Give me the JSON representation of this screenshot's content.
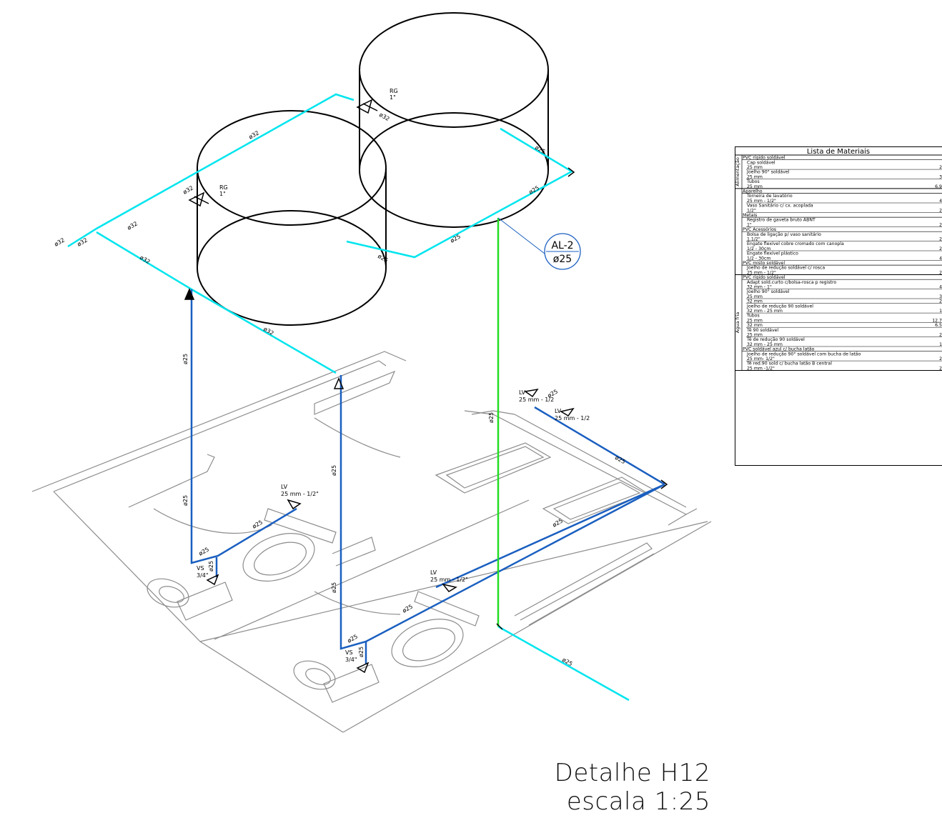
{
  "title": {
    "line1": "Detalhe H12",
    "line2": "escala 1:25"
  },
  "callout": {
    "code": "AL-2",
    "diameter": "ø25"
  },
  "colors": {
    "cold_supply": "#00e5ee",
    "branch": "#1a5fc0",
    "riser": "#22dd22",
    "floor": "#8c8c8c",
    "ink": "#000000"
  },
  "labels": {
    "d32": "ø32",
    "d25": "ø25",
    "rg": "RG",
    "rg_size": "1\"",
    "lv": "LV",
    "lv_size": "25 mm - 1/2\"",
    "lv_size_b": "25 mm - 1/2",
    "vs": "VS",
    "vs_size": "3/4\""
  },
  "materials": {
    "title": "Lista de Materiais",
    "groups": [
      {
        "side": "Alimentação",
        "rows": [
          {
            "t": "PVC rígido soldável",
            "h": true
          },
          {
            "t": "Cap soldável",
            "i": 1
          },
          {
            "t": "25 mm",
            "i": 1,
            "q": "2"
          },
          {
            "t": "Joelho 90° soldável",
            "i": 1
          },
          {
            "t": "25 mm",
            "i": 1,
            "q": "3"
          },
          {
            "t": "Tubos",
            "i": 1
          },
          {
            "t": "25 mm",
            "i": 1,
            "q": "6.9"
          }
        ]
      },
      {
        "side": "",
        "rows": [
          {
            "t": "Aparelho",
            "h": true
          },
          {
            "t": "Torneira de lavatório",
            "i": 1
          },
          {
            "t": "25 mm - 1/2\"",
            "i": 1,
            "q": "4"
          },
          {
            "t": "Vaso Sanitário c/ cx. acoplada",
            "i": 1
          },
          {
            "t": "1/2\"",
            "i": 1,
            "q": "2"
          },
          {
            "t": "Metais",
            "h": true
          },
          {
            "t": "Registro de gaveta bruto ABNT",
            "i": 1
          },
          {
            "t": "1\"",
            "i": 1,
            "q": "2"
          },
          {
            "t": "PVC Acessórios",
            "h": true
          },
          {
            "t": "Bolsa de ligação p/ vaso sanitário",
            "i": 1
          },
          {
            "t": "1.1/2\"",
            "i": 1,
            "q": "2"
          },
          {
            "t": "Engate flexível cobre cromado com canopla",
            "i": 1
          },
          {
            "t": "1/2 - 30cm",
            "i": 1,
            "q": "2"
          },
          {
            "t": "Engate flexível plástico",
            "i": 1
          },
          {
            "t": "1/2 - 30cm",
            "i": 1,
            "q": "4"
          },
          {
            "t": "PVC misto soldável",
            "h": true
          },
          {
            "t": "Joelho de redução soldável c/ rosca",
            "i": 1
          },
          {
            "t": "25 mm - 1/2\"",
            "i": 1,
            "q": "2"
          }
        ]
      },
      {
        "side": "Água fria",
        "rows": [
          {
            "t": "PVC rígido soldável",
            "h": true
          },
          {
            "t": "Adapt sold.curto c/bolsa-rosca p registro",
            "i": 1
          },
          {
            "t": "32 mm - 1\"",
            "i": 1,
            "q": "4"
          },
          {
            "t": "Joelho 90° soldável",
            "i": 1
          },
          {
            "t": "25 mm",
            "i": 1,
            "q": "3"
          },
          {
            "t": "32 mm",
            "i": 1,
            "q": "2"
          },
          {
            "t": "Joelho de redução 90 soldável",
            "i": 1
          },
          {
            "t": "32 mm - 25 mm",
            "i": 1,
            "q": "1"
          },
          {
            "t": "Tubos",
            "i": 1
          },
          {
            "t": "25 mm",
            "i": 1,
            "q": "12.7"
          },
          {
            "t": "32 mm",
            "i": 1,
            "q": "6.5"
          },
          {
            "t": "Tê 90 soldável",
            "i": 1
          },
          {
            "t": "25 mm",
            "i": 1,
            "q": "2"
          },
          {
            "t": "Tê de redução 90 soldável",
            "i": 1
          },
          {
            "t": "32 mm - 25 mm",
            "i": 1,
            "q": "1"
          },
          {
            "t": "PVC soldável azul c/ bucha latão",
            "h": true
          },
          {
            "t": "Joelho de redução 90° soldável com bucha de latão",
            "i": 1
          },
          {
            "t": "25 mm- 1/2\"",
            "i": 1,
            "q": "2"
          },
          {
            "t": "Tê red.90 sold c/ bucha latão B central",
            "i": 1
          },
          {
            "t": "25 mm -1/2\"",
            "i": 1,
            "q": "2"
          }
        ]
      }
    ]
  }
}
